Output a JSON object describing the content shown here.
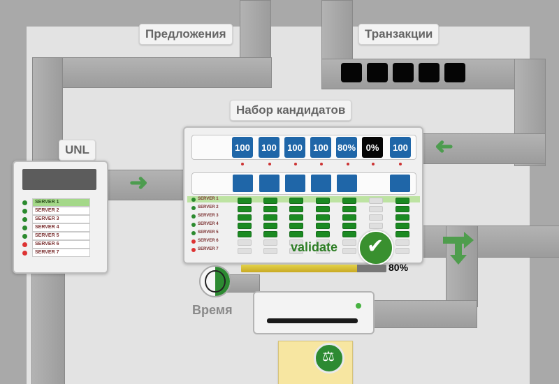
{
  "labels": {
    "offers": "Предложения",
    "transactions": "Транзакции",
    "candidate_set": "Набор кандидатов",
    "unl": "UNL",
    "time": "Время",
    "validate": "validate",
    "progress": "80%"
  },
  "servers": [
    "SERVER 1",
    "SERVER 2",
    "SERVER 3",
    "SERVER 4",
    "SERVER 5",
    "SERVER 6",
    "SERVER 7"
  ],
  "candidate_percents": [
    "100",
    "100",
    "100",
    "100",
    "80%",
    "0%",
    "100"
  ],
  "progress_value": 0.8
}
